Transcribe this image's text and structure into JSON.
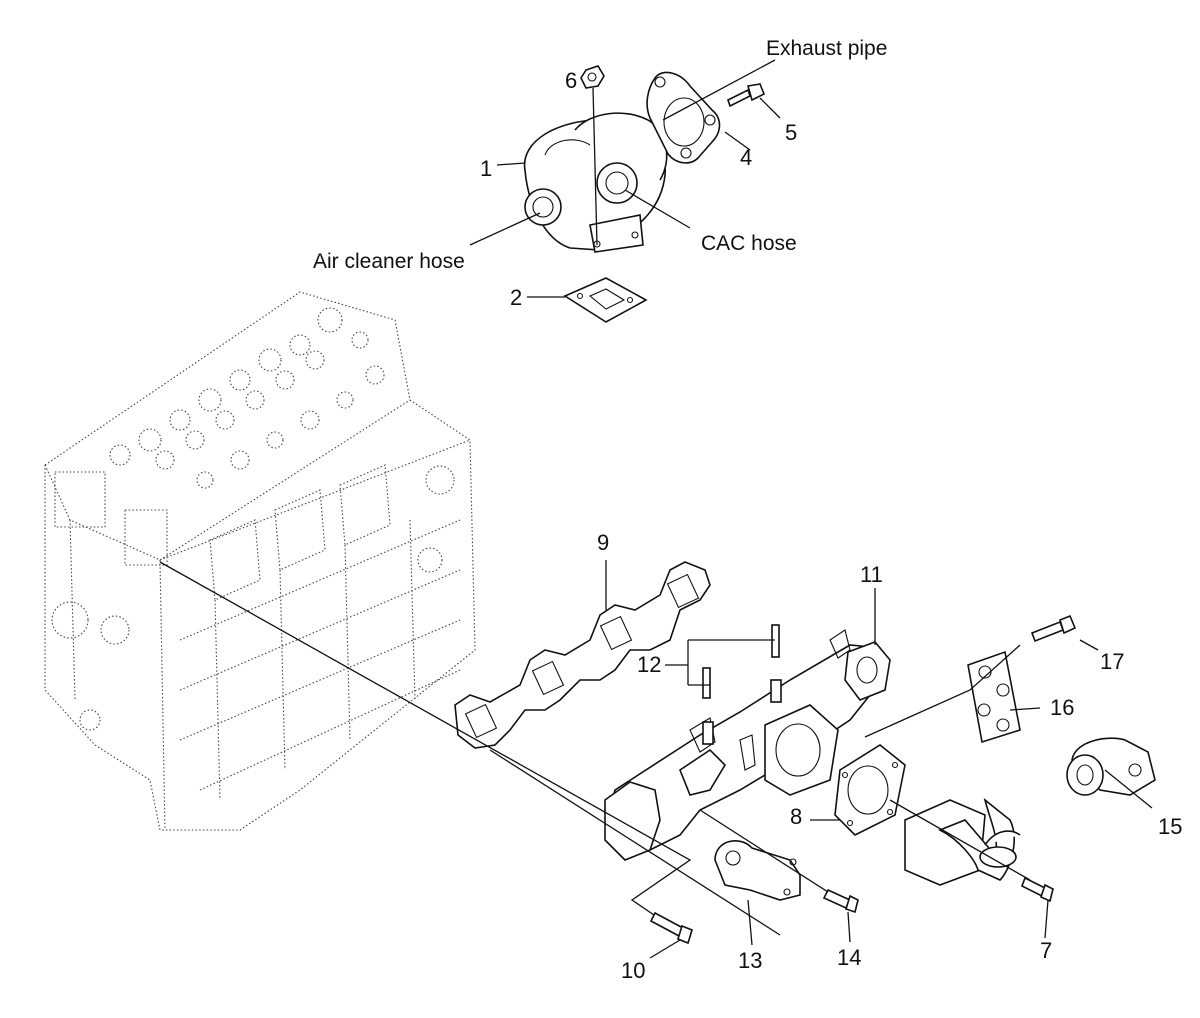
{
  "callouts": {
    "exhaust_pipe": "Exhaust pipe",
    "air_cleaner_hose": "Air cleaner hose",
    "cac_hose": "CAC hose"
  },
  "parts": {
    "p1": "1",
    "p2": "2",
    "p4": "4",
    "p5": "5",
    "p6": "6",
    "p7": "7",
    "p8": "8",
    "p9": "9",
    "p10": "10",
    "p11": "11",
    "p12": "12",
    "p13": "13",
    "p14": "14",
    "p15": "15",
    "p16": "16",
    "p17": "17"
  },
  "colors": {
    "ink": "#111111",
    "background": "#ffffff",
    "ghost": "#444444"
  }
}
